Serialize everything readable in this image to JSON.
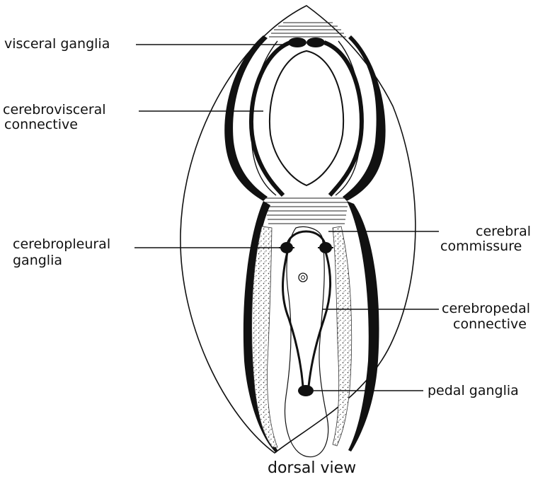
{
  "labels": {
    "visceral_ganglia": "visceral ganglia",
    "cerebrovisceral_1": "cerebrovisceral",
    "cerebrovisceral_2": "connective",
    "cerebropleural_1": "cerebropleural",
    "cerebropleural_2": "ganglia",
    "cerebral_1": "cerebral",
    "cerebral_2": "commissure",
    "cerebropedal_1": "cerebropedal",
    "cerebropedal_2": "connective",
    "pedal_ganglia": "pedal ganglia",
    "caption": "dorsal view"
  }
}
